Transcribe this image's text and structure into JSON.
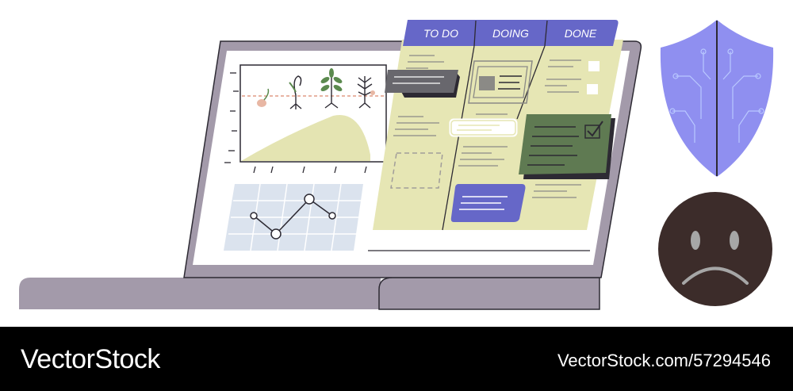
{
  "kanban": {
    "columns": [
      {
        "label": "TO DO"
      },
      {
        "label": "DOING"
      },
      {
        "label": "DONE"
      }
    ]
  },
  "footer": {
    "brand": "VectorStock",
    "image_url": "VectorStock.com/57294546"
  },
  "colors": {
    "laptop": "#a39aaa",
    "board": "#e6e6b4",
    "tab_header": "#6667c8",
    "green_card": "#5f7a52",
    "grey_card": "#68676d",
    "shield": "#8f8ff0",
    "sad_face": "#3c2c2a",
    "footer": "#000000"
  },
  "icons": [
    "shield-icon",
    "sad-face-icon",
    "checkbox-checked-icon",
    "plant-growth-icon",
    "line-chart-icon"
  ]
}
